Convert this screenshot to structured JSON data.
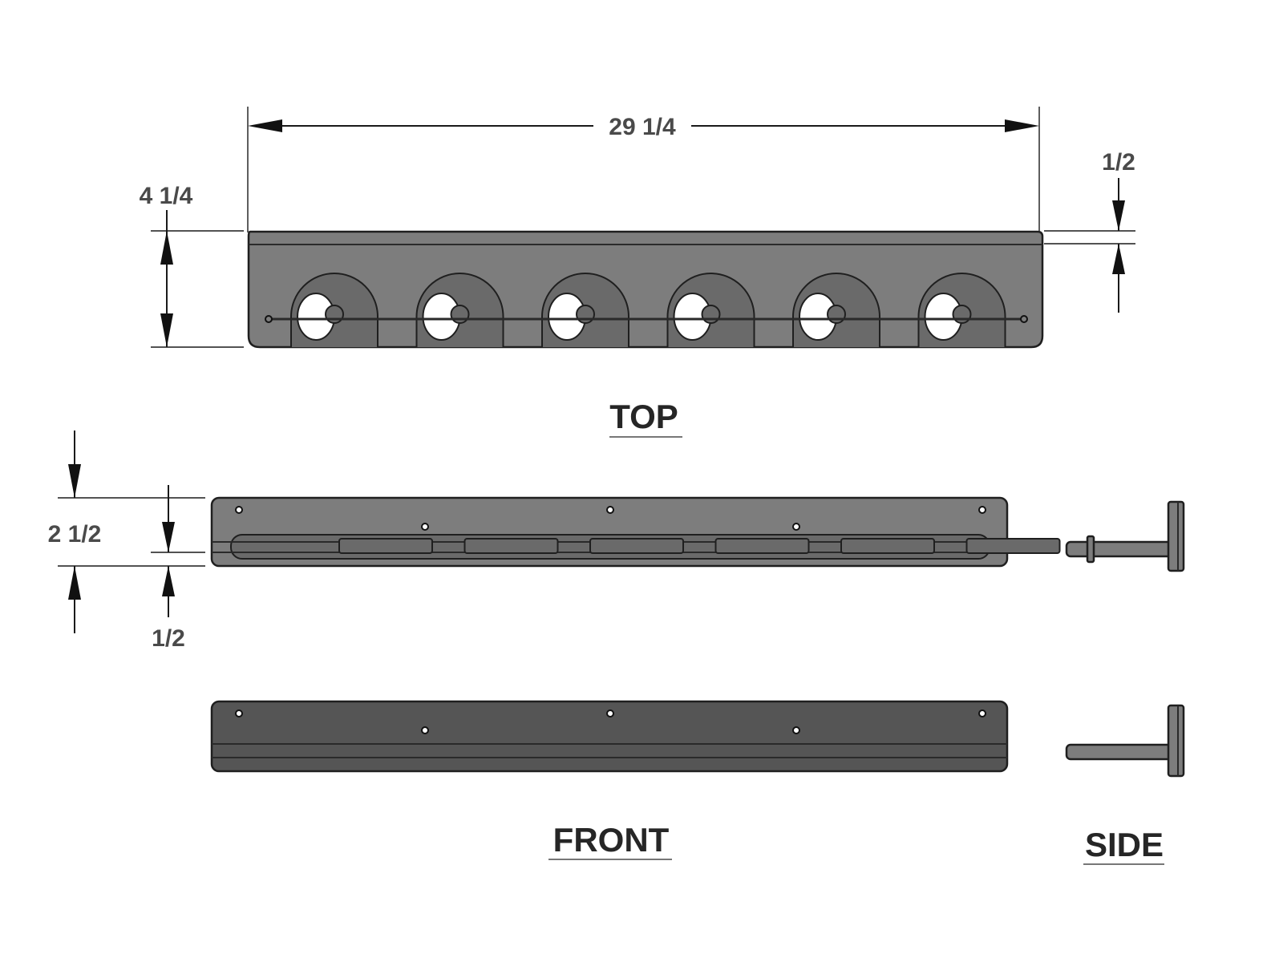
{
  "dimensions": {
    "overall_length": "29 1/4",
    "top_depth": "4 1/4",
    "top_thickness": "1/2",
    "front_height": "2 1/2",
    "front_ledge": "1/2"
  },
  "views": {
    "top": "TOP",
    "front": "FRONT",
    "side": "SIDE"
  },
  "colors": {
    "body": "#7d7d7d",
    "body_dark": "#555555",
    "line": "#1a1a1a",
    "text": "#4a4a4a"
  }
}
